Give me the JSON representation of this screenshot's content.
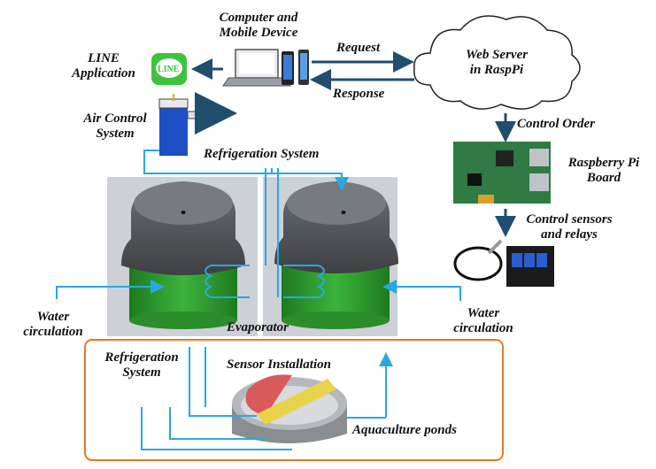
{
  "labels": {
    "computer": [
      "Computer and",
      "Mobile Device"
    ],
    "line_app": [
      "LINE",
      "Application"
    ],
    "line_logo_text": "LINE",
    "request": "Request",
    "response": "Response",
    "web_server": [
      "Web Server",
      "in RaspPi"
    ],
    "control_order": "Control Order",
    "air_control": [
      "Air Control",
      "System"
    ],
    "refrigeration_top": "Refrigeration System",
    "raspberry": [
      "Raspberry Pi",
      "Board"
    ],
    "control_sensors": [
      "Control sensors",
      "and relays"
    ],
    "water_left": [
      "Water",
      "circulation"
    ],
    "water_right": [
      "Water",
      "circulation"
    ],
    "evaporator": "Evaporator",
    "refrigeration_bottom": [
      "Refrigeration",
      "System"
    ],
    "sensor_installation": "Sensor Installation",
    "aquaculture": "Aquaculture ponds"
  },
  "colors": {
    "arrow_dark": "#1f4e6e",
    "pipe_blue": "#29a8e0",
    "tank_green": "#2e9b2e",
    "lid_gray": "#5a5d62",
    "panel_bg": "#cdd0d6",
    "pond_border": "#e07a2a",
    "line_green": "#3cc43c",
    "pcb_green": "#2f7a45"
  },
  "icons": [
    "laptop-icon",
    "phone-icon",
    "line-logo-icon",
    "cloud-icon",
    "raspberry-pi-board-icon",
    "sensor-relay-icon",
    "air-pump-icon",
    "tank-icon",
    "pond-icon"
  ]
}
